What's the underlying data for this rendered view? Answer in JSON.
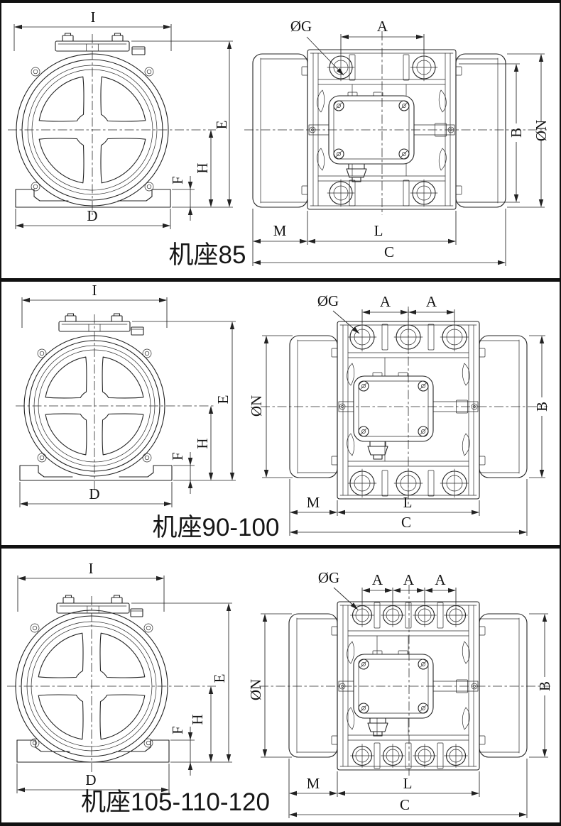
{
  "page": {
    "background": "#ffffff",
    "frame_color": "#111111",
    "line_color": "#232323",
    "text_color": "#141414"
  },
  "sections": [
    {
      "caption": "机座85",
      "front_dims": {
        "top_width": "I",
        "bottom_width": "D",
        "total_height": "E",
        "center_height": "H",
        "foot_height": "F"
      },
      "side_dims": {
        "hole_diameter": "ØG",
        "hole_pitch": [
          "A"
        ],
        "body_height": "B",
        "cap_diameter": "ØN",
        "cap_length": "M",
        "flange_length": "L",
        "total_length": "C"
      }
    },
    {
      "caption": "机座90-100",
      "front_dims": {
        "top_width": "I",
        "bottom_width": "D",
        "total_height": "E",
        "center_height": "H",
        "foot_height": "F"
      },
      "side_dims": {
        "hole_diameter": "ØG",
        "hole_pitch": [
          "A",
          "A"
        ],
        "body_height": "B",
        "cap_diameter": "ØN",
        "cap_length": "M",
        "flange_length": "L",
        "total_length": "C"
      }
    },
    {
      "caption": "机座105-110-120",
      "front_dims": {
        "top_width": "I",
        "bottom_width": "D",
        "total_height": "E",
        "center_height": "H",
        "foot_height": "F"
      },
      "side_dims": {
        "hole_diameter": "ØG",
        "hole_pitch": [
          "A",
          "A",
          "A"
        ],
        "body_height": "B",
        "cap_diameter": "ØN",
        "cap_length": "M",
        "flange_length": "L",
        "total_length": "C"
      }
    }
  ]
}
